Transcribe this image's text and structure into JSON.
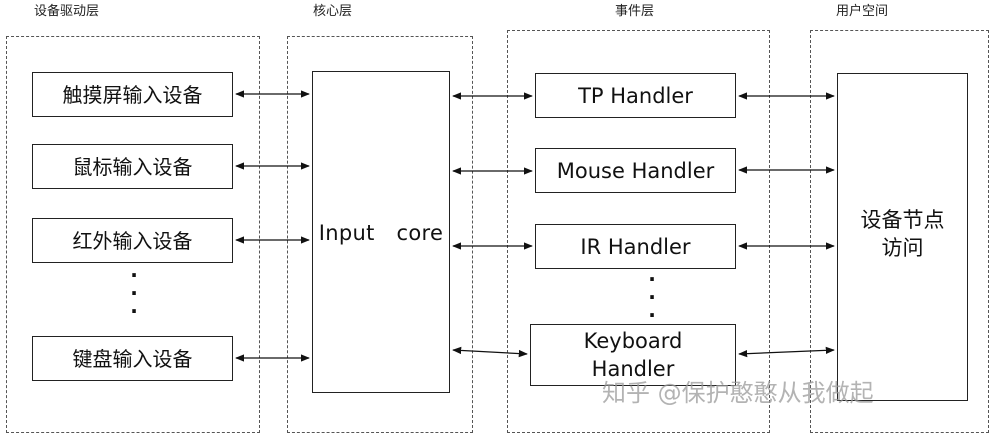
{
  "layers": {
    "driver": {
      "title": "设备驱动层"
    },
    "core": {
      "title": "核心层"
    },
    "event": {
      "title": "事件层"
    },
    "user": {
      "title": "用户空间"
    }
  },
  "driver_devices": [
    "触摸屏输入设备",
    "鼠标输入设备",
    "红外输入设备",
    "键盘输入设备"
  ],
  "core_node": "Input  core",
  "handlers": [
    "TP Handler",
    "Mouse Handler",
    "IR Handler",
    "Keyboard Handler"
  ],
  "keyboard_handler_lines": [
    "Keyboard",
    "Handler"
  ],
  "user_node_lines": [
    "设备节点",
    "访问"
  ],
  "ellipsis": "·\n·\n·",
  "watermark": "知乎 @保护憨憨从我做起"
}
